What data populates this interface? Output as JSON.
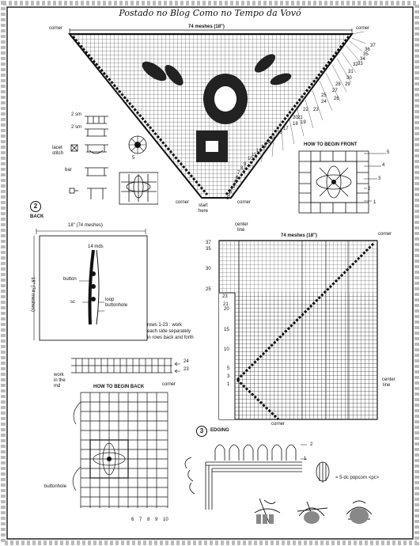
{
  "header": {
    "blog_title": "Postado no Blog Como no Tempo da Vovó"
  },
  "shawl_chart": {
    "corner_left": "corner",
    "corner_right": "corner",
    "width_label": "74 meshes (18\")",
    "corner_bottom": "corner",
    "start_label": [
      "start",
      "here"
    ],
    "row_numbers": [
      "37",
      "36",
      "35",
      "34",
      "33",
      "32",
      "31",
      "30",
      "29",
      "28",
      "27",
      "26",
      "25",
      "24",
      "23",
      "22",
      "21",
      "20",
      "19",
      "18",
      "17",
      "16",
      "15",
      "14",
      "13",
      "12",
      "11",
      "10",
      "9",
      "8",
      "7",
      "6",
      "5",
      "4",
      "3",
      "2",
      "1"
    ]
  },
  "legend": {
    "items": [
      "2 sm",
      "2 sm",
      "lacet stitch",
      "bar"
    ],
    "dim_digits": [
      "5"
    ]
  },
  "how_to_begin_front": {
    "title": "HOW TO BEGIN FRONT",
    "row_numbers": [
      "5",
      "4",
      "3",
      "2",
      "1"
    ]
  },
  "section_two": {
    "number": "2",
    "back_label": "BACK",
    "width_label": "18\" (74 meshes)",
    "height_label": "18\" (74 meshes)",
    "mds_label": "14 mds",
    "button_label": "button",
    "sc_label": "sc",
    "loop_label": "loop buttonhole",
    "rows_note": [
      "rows 1-23 : work",
      "each side separately",
      "in rows back and forth"
    ]
  },
  "back_chart": {
    "center_top": [
      "center",
      "line"
    ],
    "width_label": "74 meshes (18\")",
    "corner": "corner",
    "corner_bottom": "corner",
    "center_right": [
      "center",
      "line"
    ],
    "left_numbers": [
      "37",
      "35",
      "30",
      "25",
      "23",
      "21",
      "20",
      "15",
      "10",
      "5",
      "3",
      "1"
    ]
  },
  "how_to_begin_back": {
    "title": "HOW TO BEGIN BACK",
    "corner": "corner",
    "work_md": [
      "work",
      "in the",
      "md"
    ],
    "buttonhole": "buttonhole",
    "row_markers": [
      "24",
      "23"
    ],
    "bottom_numbers": [
      "6",
      "7",
      "8",
      "9",
      "10"
    ]
  },
  "edging": {
    "number": "3",
    "title": "EDGING",
    "row_markers": [
      "2",
      "1"
    ],
    "popcorn_label": "= 5-dc popcorn <pc>"
  }
}
